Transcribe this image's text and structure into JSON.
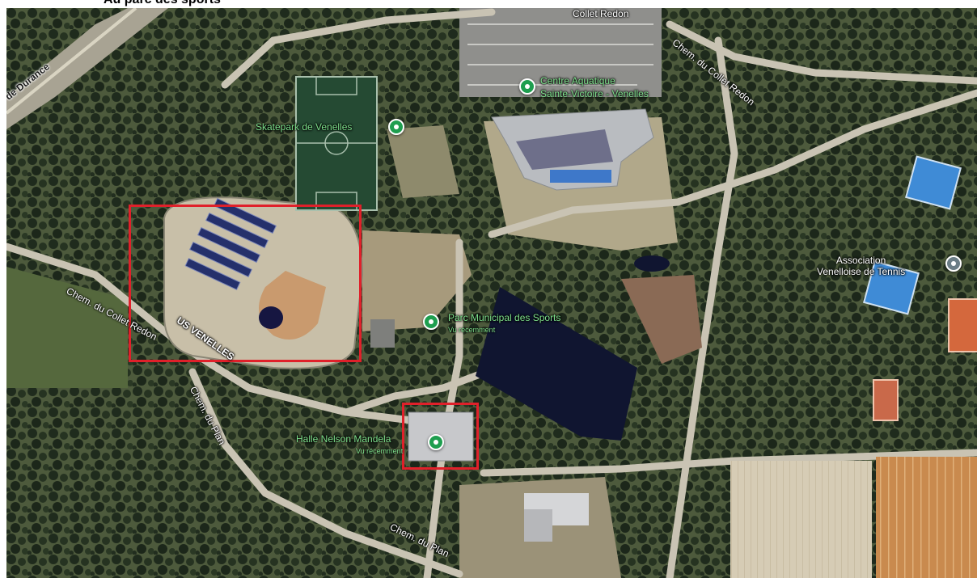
{
  "header": {
    "title": "Au parc des sports"
  },
  "map": {
    "places": {
      "centre_aquatique": "Centre Aquatique\nSainte-Victoire - Venelles",
      "skatepark": "Skatepark de Venelles",
      "parc_municipal": "Parc Municipal des Sports",
      "parc_municipal_sub": "Vu récemment",
      "halle_nelson": "Halle Nelson Mandela",
      "halle_nelson_sub": "Vu récemment",
      "association_tennis": "Association\nVenelloise de Tennis",
      "us_venelles": "US VENELLES"
    },
    "roads": {
      "collet_redon_top": "Collet Redon",
      "collet_redon_right": "Chem. du Collet Redon",
      "collet_redon_left": "Chem. du Collet Redon",
      "durance": "de Durance",
      "plan_vertical": "Chem. du Plan",
      "plan_bottom": "Chem. du Plan"
    },
    "highlight_color": "#e0202a",
    "pin_color": "#1e9e4f"
  }
}
